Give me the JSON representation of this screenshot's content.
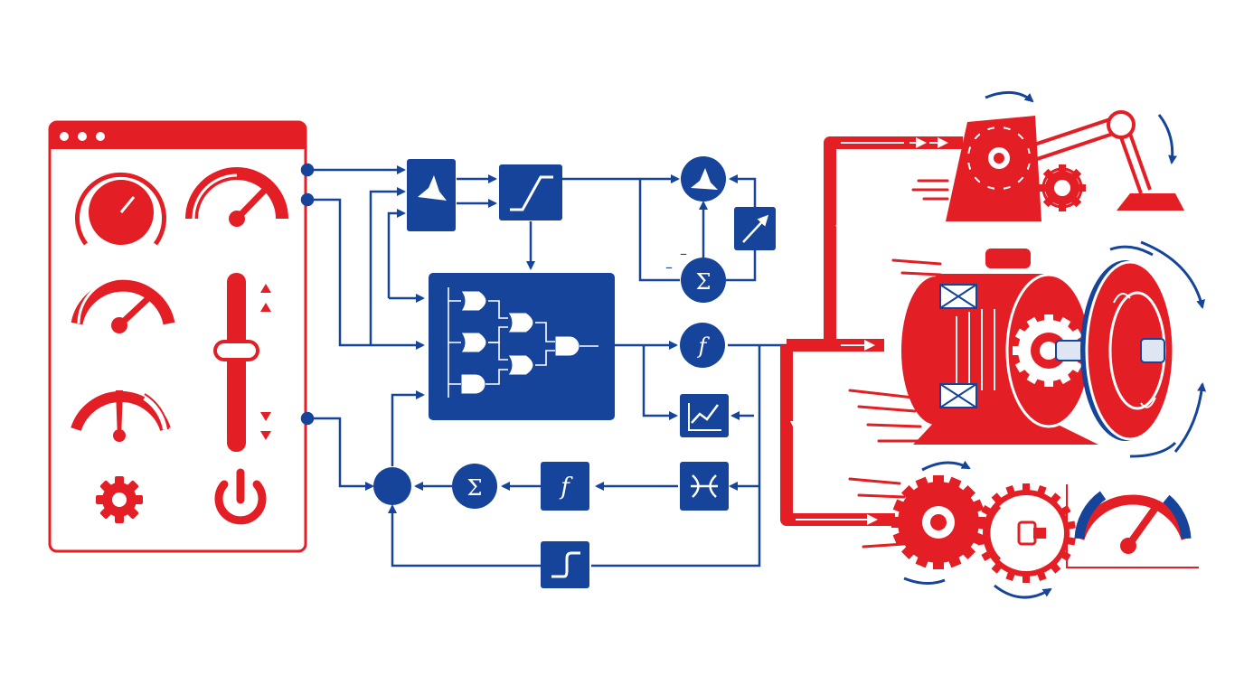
{
  "colors": {
    "red": "#e31e24",
    "blue": "#16449a",
    "white": "#ffffff",
    "light_red": "#f28b8b"
  },
  "control_panel": {
    "window_dots": 3,
    "widgets": [
      "knob-gauge-icon",
      "dial-gauge-icon",
      "speedometer-icon",
      "slider-control",
      "arc-gauge-icon",
      "up-arrows-icon",
      "down-arrows-icon",
      "gear-icon",
      "power-icon"
    ]
  },
  "blocks": {
    "sum_symbol": "Σ",
    "function_symbol": "f",
    "minus_sign_1": "–",
    "minus_sign_2": "–"
  },
  "machines": [
    "robot-arm",
    "electric-motor",
    "gear-train",
    "output-gauge"
  ]
}
